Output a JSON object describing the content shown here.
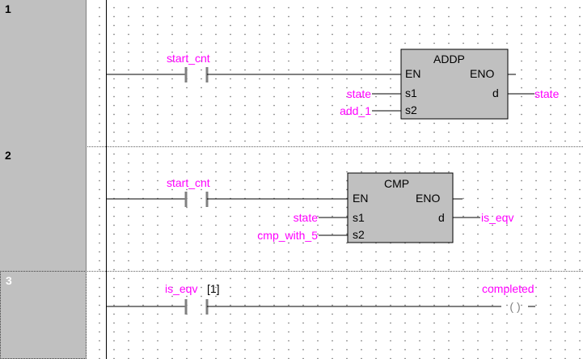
{
  "rungs": [
    {
      "number": "1",
      "contact_label": "start_cnt",
      "block": {
        "name": "ADDP",
        "en": "EN",
        "eno": "ENO",
        "in1_pin": "s1",
        "in2_pin": "s2",
        "out_pin": "d",
        "in1_var": "state",
        "in2_var": "add_1",
        "out_var": "state"
      }
    },
    {
      "number": "2",
      "contact_label": "start_cnt",
      "block": {
        "name": "CMP",
        "en": "EN",
        "eno": "ENO",
        "in1_pin": "s1",
        "in2_pin": "s2",
        "out_pin": "d",
        "in1_var": "state",
        "in2_var": "cmp_with_5",
        "out_var": "is_eqv"
      }
    },
    {
      "number": "3",
      "contact_label": "is_eqv",
      "contact_index": "[1]",
      "coil_label": "completed",
      "coil_symbol": "( )"
    }
  ],
  "colors": {
    "variable": "#ff00ff",
    "gutter": "#c0c0c0",
    "block_fill": "#c0c0c0"
  }
}
